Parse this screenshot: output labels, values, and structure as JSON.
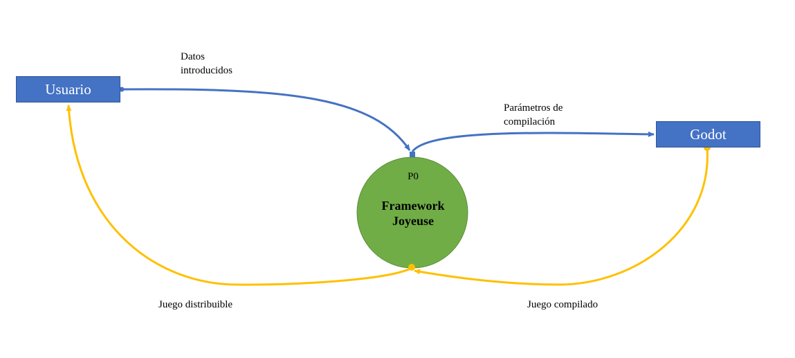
{
  "entities": {
    "usuario": "Usuario",
    "godot": "Godot"
  },
  "process": {
    "id": "P0",
    "name_line1": "Framework",
    "name_line2": "Joyeuse"
  },
  "flows": {
    "datos_line1": "Datos",
    "datos_line2": "introducidos",
    "parametros_line1": "Parámetros de",
    "parametros_line2": "compilación",
    "juego_distribuible": "Juego distribuible",
    "juego_compilado": "Juego compilado"
  },
  "colors": {
    "entity_fill": "#4472c4",
    "process_fill": "#70ad47",
    "input_arrow": "#4472c4",
    "output_arrow": "#ffc000"
  }
}
